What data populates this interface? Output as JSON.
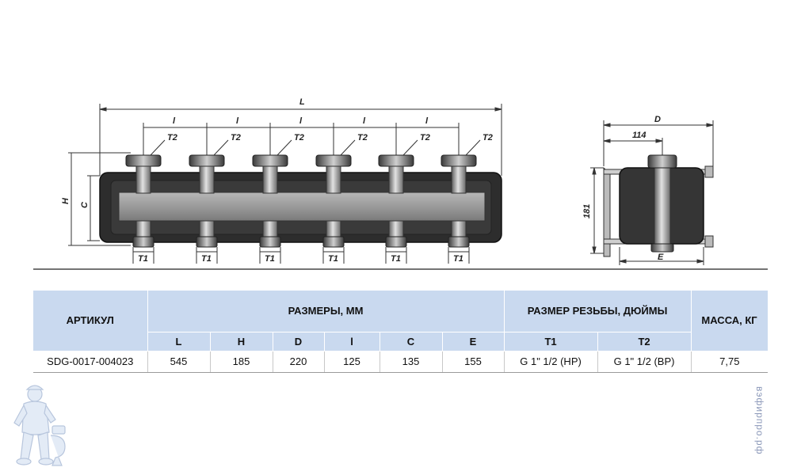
{
  "drawing": {
    "front": {
      "overall_label": "L",
      "spacing_label": "l",
      "height_label": "H",
      "center_label": "C",
      "top_port_label": "T2",
      "bottom_port_label": "T1"
    },
    "side": {
      "depth_label": "D",
      "offset_label": "114",
      "height_label": "181",
      "width_label": "E"
    }
  },
  "table": {
    "col_article": "АРТИКУЛ",
    "col_dimensions": "РАЗМЕРЫ, ММ",
    "col_thread": "РАЗМЕР РЕЗЬБЫ, ДЮЙМЫ",
    "col_mass": "МАССА, КГ",
    "sub": {
      "L": "L",
      "H": "H",
      "D": "D",
      "l": "l",
      "C": "C",
      "E": "E",
      "T1": "T1",
      "T2": "T2"
    },
    "row": {
      "article": "SDG-0017-004023",
      "L": "545",
      "H": "185",
      "D": "220",
      "l": "125",
      "C": "135",
      "E": "155",
      "T1": "G 1\" 1/2 (НР)",
      "T2": "G 1\" 1/2 (ВР)",
      "mass": "7,75"
    }
  },
  "watermark": "вэфирпро.рф"
}
